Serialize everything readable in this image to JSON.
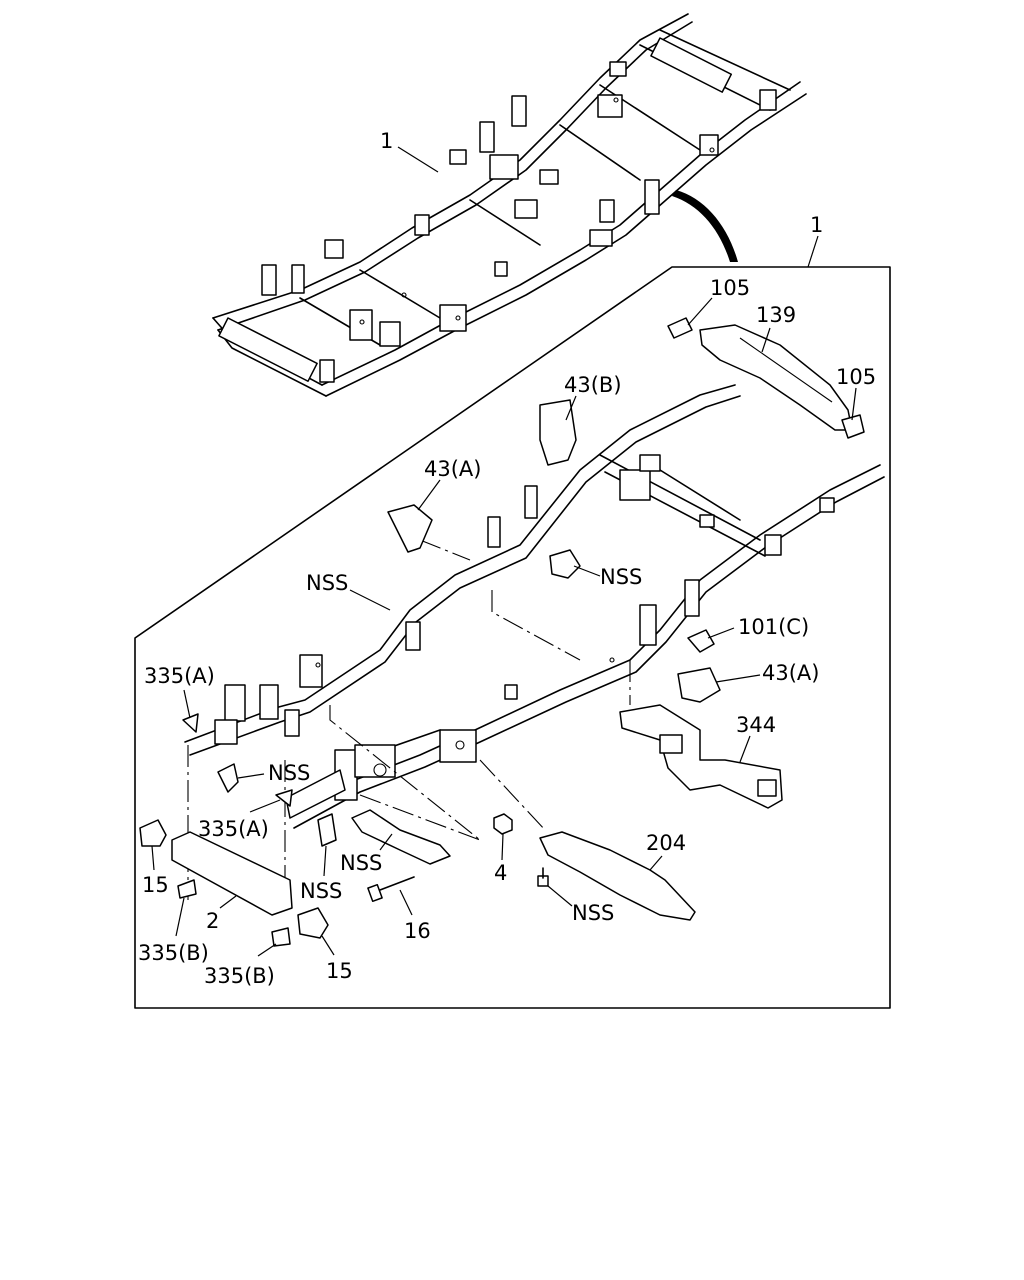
{
  "callouts": {
    "frame_assembly_top": "1",
    "frame_assembly_box": "1",
    "c105_top": "105",
    "c139": "139",
    "c105_right": "105",
    "c43b": "43(B)",
    "c43a_upper": "43(A)",
    "nss_bracket": "NSS",
    "nss_rail": "NSS",
    "c101c": "101(C)",
    "c43a_lower": "43(A)",
    "c344": "344",
    "c335a_left": "335(A)",
    "nss_hook": "NSS",
    "c335a_mid": "335(A)",
    "c15_left": "15",
    "c2": "2",
    "c335b_left": "335(B)",
    "c335b_mid": "335(B)",
    "c15_right": "15",
    "nss_clip": "NSS",
    "nss_plate": "NSS",
    "c16": "16",
    "c4": "4",
    "c204": "204",
    "nss_bolt": "NSS"
  }
}
